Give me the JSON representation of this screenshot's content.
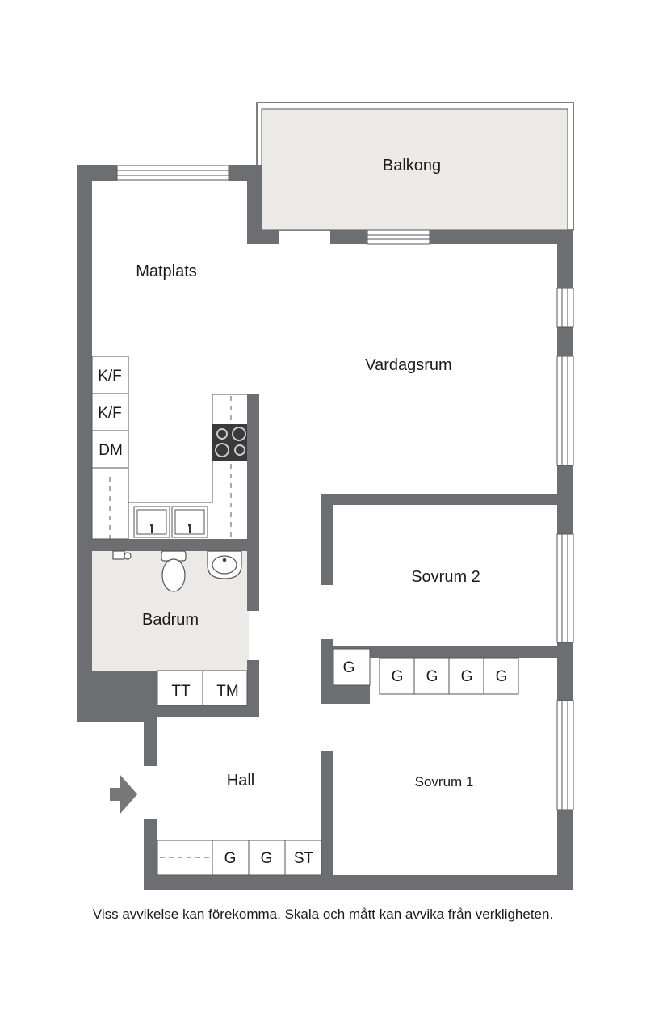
{
  "colors": {
    "wall": "#6d6e71",
    "bathroom_floor": "#ebeae6",
    "balcony_floor": "#ebeae6",
    "background": "#ffffff",
    "line": "#333333"
  },
  "rooms": {
    "balcony": "Balkong",
    "dining": "Matplats",
    "living": "Vardagsrum",
    "bedroom2": "Sovrum 2",
    "bathroom": "Badrum",
    "hall": "Hall",
    "bedroom1": "Sovrum 1"
  },
  "fixtures": {
    "fridge_freezer_1": "K/F",
    "fridge_freezer_2": "K/F",
    "dishwasher": "DM",
    "dryer": "TT",
    "washer": "TM",
    "wardrobe_bed2": "G",
    "wardrobe_bed1_a": "G",
    "wardrobe_bed1_b": "G",
    "wardrobe_bed1_c": "G",
    "wardrobe_bed1_d": "G",
    "wardrobe_hall_a": "G",
    "wardrobe_hall_b": "G",
    "storage_hall": "ST"
  },
  "entrance_icon": "arrow-right-icon",
  "disclaimer": "Viss avvikelse kan förekomma. Skala och mått kan avvika från verkligheten."
}
